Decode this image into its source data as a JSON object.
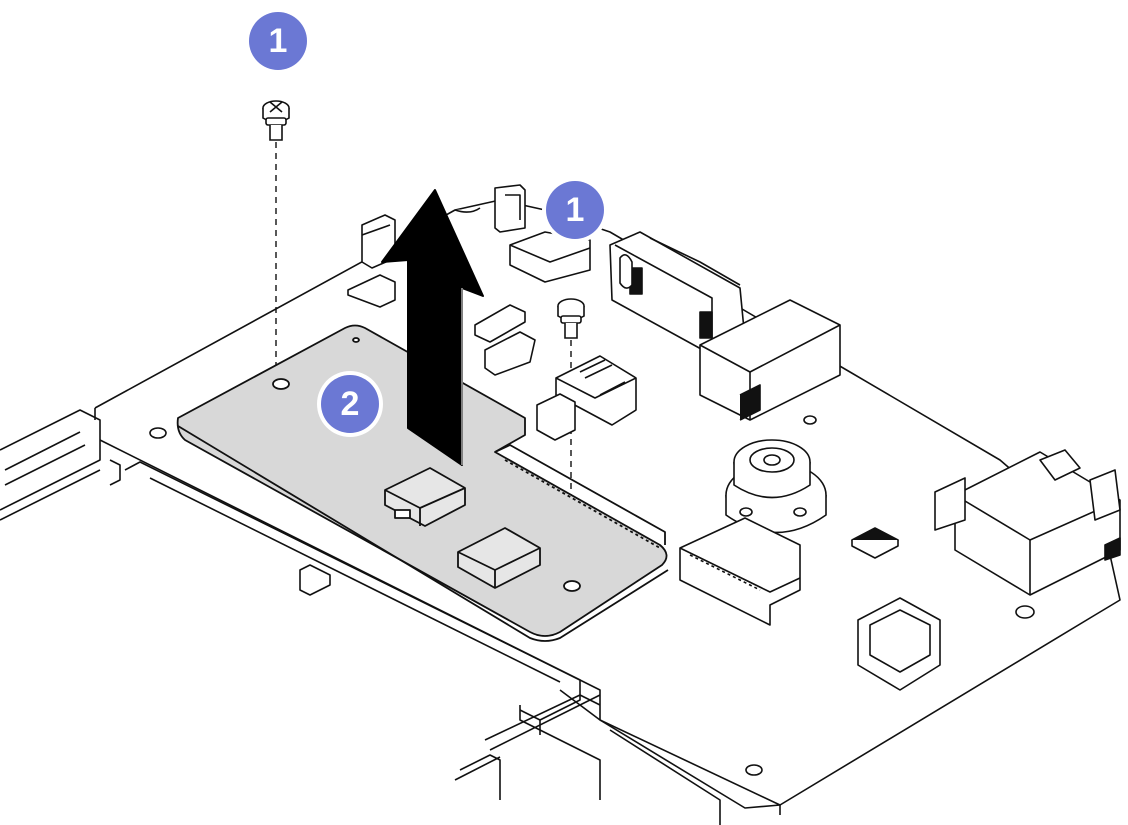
{
  "callouts": [
    {
      "number": "1"
    },
    {
      "number": "1"
    },
    {
      "number": "2"
    }
  ],
  "colors": {
    "callout_fill": "#6b78d4",
    "callout_ring": "#ffffff",
    "line": "#111111",
    "board_fill": "#d8d8d8",
    "arrow": "#000000"
  },
  "icons": {
    "screw": "screw-icon",
    "arrow": "up-arrow-icon"
  }
}
